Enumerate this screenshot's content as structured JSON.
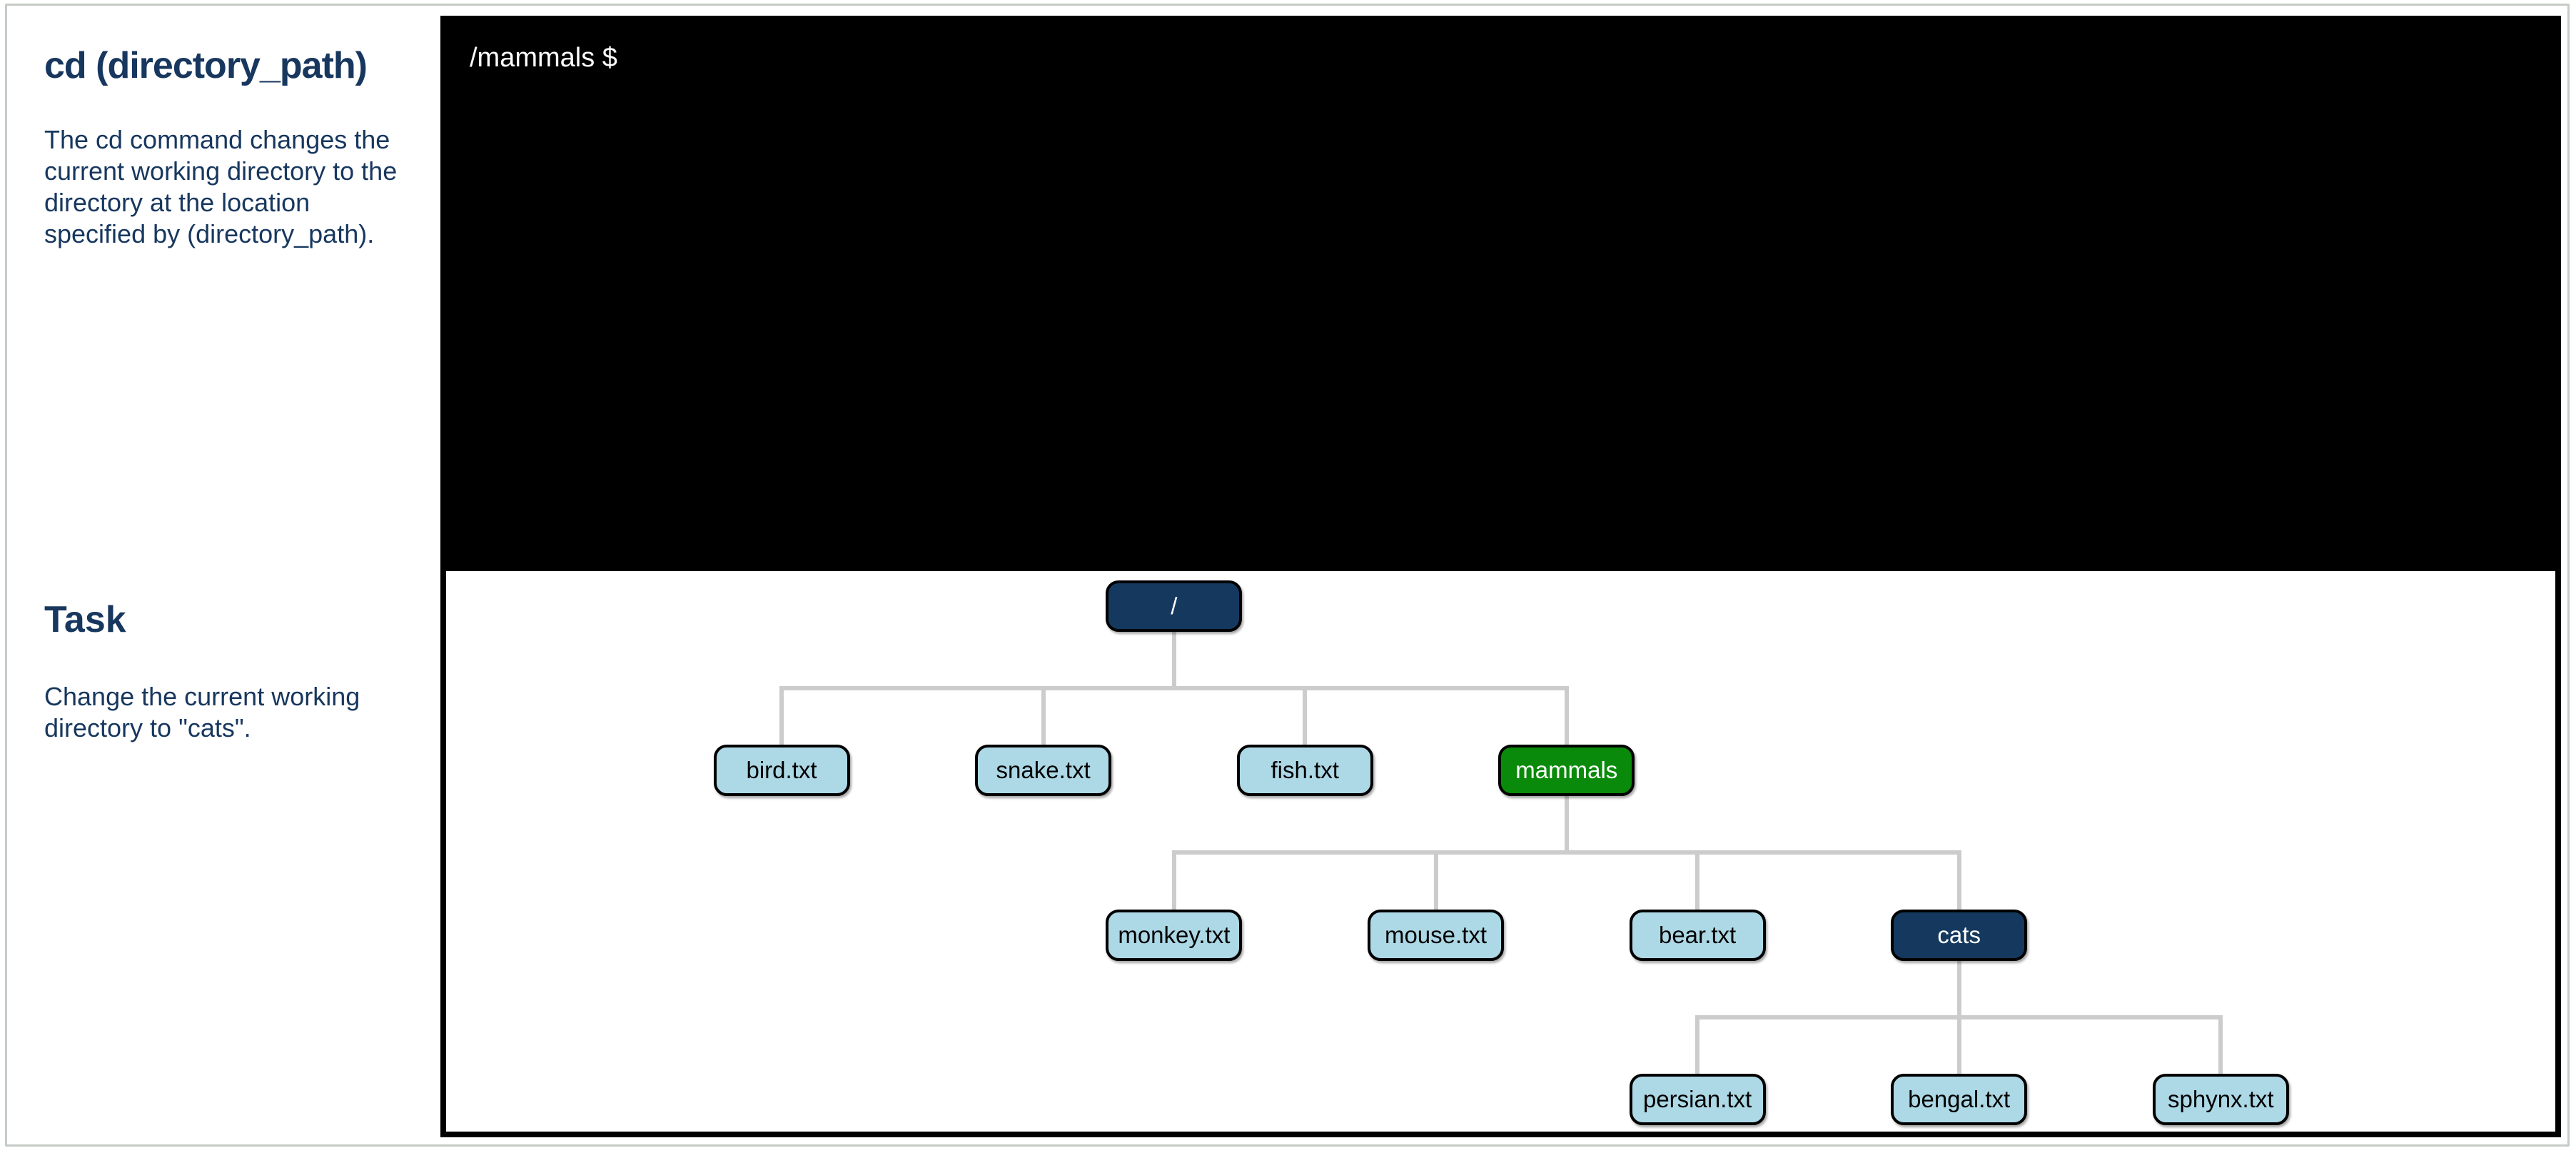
{
  "page": {
    "background": "#ffffff",
    "frame_border_color": "#c5cbc5",
    "text_color": "#17375e"
  },
  "sidebar": {
    "command_title": "cd (directory_path)",
    "command_description": "The cd command changes the current working directory to the directory at the location specified by (directory_path).",
    "task_title": "Task",
    "task_description": "Change the current working directory to \"cats\"."
  },
  "terminal": {
    "prompt": "/mammals $",
    "background": "#000000",
    "text_color": "#ffffff"
  },
  "tree": {
    "colors": {
      "directory": "#15395e",
      "current_directory": "#0a8a0a",
      "file": "#add8e6",
      "connector": "#cccccc",
      "node_border": "#000000"
    },
    "nodes": [
      {
        "id": "root",
        "label": "/",
        "type": "directory",
        "parent": null,
        "col": 1.5,
        "row": 0
      },
      {
        "id": "bird",
        "label": "bird.txt",
        "type": "file",
        "parent": "root",
        "col": 0,
        "row": 1
      },
      {
        "id": "snake",
        "label": "snake.txt",
        "type": "file",
        "parent": "root",
        "col": 1,
        "row": 1
      },
      {
        "id": "fish",
        "label": "fish.txt",
        "type": "file",
        "parent": "root",
        "col": 2,
        "row": 1
      },
      {
        "id": "mammals",
        "label": "mammals",
        "type": "current_directory",
        "parent": "root",
        "col": 3,
        "row": 1
      },
      {
        "id": "monkey",
        "label": "monkey.txt",
        "type": "file",
        "parent": "mammals",
        "col": 1.5,
        "row": 2
      },
      {
        "id": "mouse",
        "label": "mouse.txt",
        "type": "file",
        "parent": "mammals",
        "col": 2.5,
        "row": 2
      },
      {
        "id": "bear",
        "label": "bear.txt",
        "type": "file",
        "parent": "mammals",
        "col": 3.5,
        "row": 2
      },
      {
        "id": "cats",
        "label": "cats",
        "type": "directory",
        "parent": "mammals",
        "col": 4.5,
        "row": 2
      },
      {
        "id": "persian",
        "label": "persian.txt",
        "type": "file",
        "parent": "cats",
        "col": 3.5,
        "row": 3
      },
      {
        "id": "bengal",
        "label": "bengal.txt",
        "type": "file",
        "parent": "cats",
        "col": 4.5,
        "row": 3
      },
      {
        "id": "sphynx",
        "label": "sphynx.txt",
        "type": "file",
        "parent": "cats",
        "col": 5.5,
        "row": 3
      }
    ]
  }
}
